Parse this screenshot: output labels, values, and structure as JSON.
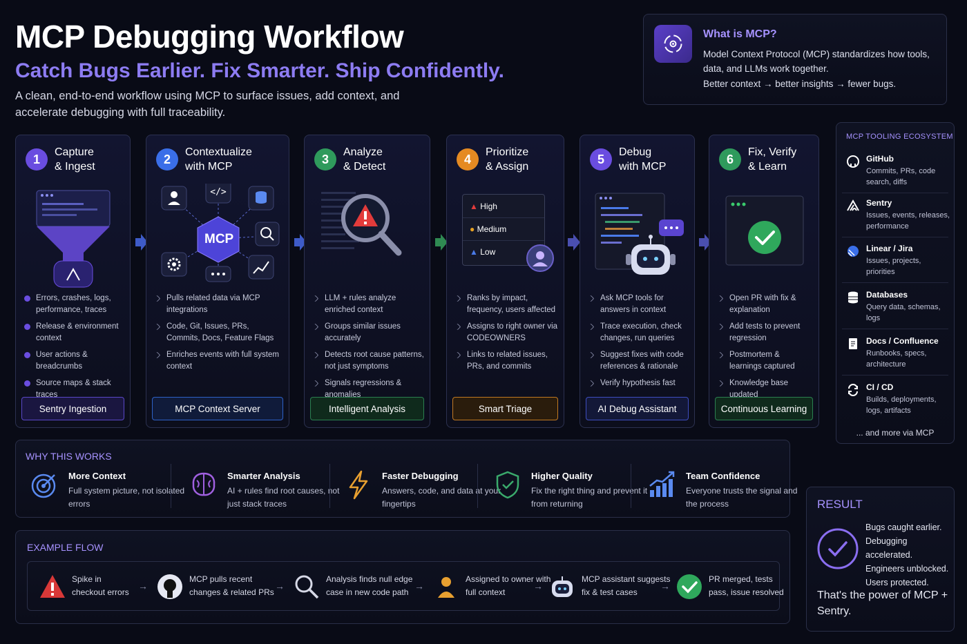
{
  "header": {
    "title": "MCP Debugging Workflow",
    "subtitle": "Catch Bugs Earlier. Fix Smarter. Ship Confidently.",
    "intro": "A clean, end-to-end workflow using MCP to surface issues, add context, and accelerate debugging with full traceability."
  },
  "what_is_mcp": {
    "heading": "What is MCP?",
    "text": "Model Context Protocol (MCP) standardizes how tools, data, and LLMs work together.",
    "tagline": "Better context → better insights → fewer bugs."
  },
  "steps": [
    {
      "num": "1",
      "title1": "Capture",
      "title2": "& Ingest",
      "color": "#6a4de0",
      "bullets": [
        "Errors, crashes, logs, performance, traces",
        "Release & environment context",
        "User actions & breadcrumbs",
        "Source maps & stack traces"
      ],
      "label": "Sentry Ingestion"
    },
    {
      "num": "2",
      "title1": "Contextualize",
      "title2": "with MCP",
      "color": "#3a6ee8",
      "bullets": [
        "Pulls related data via MCP integrations",
        "Code, Git, Issues, PRs, Commits, Docs, Feature Flags",
        "Enriches events with full system context"
      ],
      "label": "MCP Context Server",
      "hub": "MCP"
    },
    {
      "num": "3",
      "title1": "Analyze",
      "title2": "& Detect",
      "color": "#2f9a5c",
      "bullets": [
        "LLM + rules analyze enriched context",
        "Groups similar issues accurately",
        "Detects root cause patterns, not just symptoms",
        "Signals regressions & anomalies"
      ],
      "label": "Intelligent Analysis"
    },
    {
      "num": "4",
      "title1": "Prioritize",
      "title2": "& Assign",
      "color": "#e58a22",
      "bullets": [
        "Ranks by impact, frequency, users affected",
        "Assigns to right owner via CODEOWNERS",
        "Links to related issues, PRs, and commits"
      ],
      "label": "Smart Triage",
      "priorities": [
        "High",
        "Medium",
        "Low"
      ]
    },
    {
      "num": "5",
      "title1": "Debug",
      "title2": "with MCP",
      "color": "#6a4de0",
      "bullets": [
        "Ask MCP tools for answers in context",
        "Trace execution, check changes, run queries",
        "Suggest fixes with code references & rationale",
        "Verify hypothesis fast"
      ],
      "label": "AI Debug Assistant"
    },
    {
      "num": "6",
      "title1": "Fix, Verify",
      "title2": "& Learn",
      "color": "#2f9a5c",
      "bullets": [
        "Open PR with fix & explanation",
        "Add tests to prevent regression",
        "Postmortem & learnings captured",
        "Knowledge base updated"
      ],
      "label": "Continuous Learning"
    }
  ],
  "ecosystem": {
    "heading": "MCP TOOLING ECOSYSTEM",
    "items": [
      {
        "name": "GitHub",
        "desc": "Commits, PRs, code search, diffs",
        "icon": "github-icon"
      },
      {
        "name": "Sentry",
        "desc": "Issues, events, releases, performance",
        "icon": "sentry-icon"
      },
      {
        "name": "Linear / Jira",
        "desc": "Issues, projects, priorities",
        "icon": "linear-icon"
      },
      {
        "name": "Databases",
        "desc": "Query data, schemas, logs",
        "icon": "database-icon"
      },
      {
        "name": "Docs / Confluence",
        "desc": "Runbooks, specs, architecture",
        "icon": "docs-icon"
      },
      {
        "name": "CI / CD",
        "desc": "Builds, deployments, logs, artifacts",
        "icon": "cicd-icon"
      }
    ],
    "more": "... and more via MCP"
  },
  "why": {
    "heading": "WHY THIS WORKS",
    "items": [
      {
        "title": "More Context",
        "desc": "Full system picture, not isolated errors",
        "icon": "target-icon"
      },
      {
        "title": "Smarter Analysis",
        "desc": "AI + rules find root causes, not just stack traces",
        "icon": "brain-icon"
      },
      {
        "title": "Faster Debugging",
        "desc": "Answers, code, and data at your fingertips",
        "icon": "lightning-icon"
      },
      {
        "title": "Higher Quality",
        "desc": "Fix the right thing and prevent it from returning",
        "icon": "shield-check-icon"
      },
      {
        "title": "Team Confidence",
        "desc": "Everyone trusts the signal and the process",
        "icon": "growth-chart-icon"
      }
    ]
  },
  "example": {
    "heading": "EXAMPLE FLOW",
    "items": [
      {
        "text": "Spike in checkout errors",
        "icon": "warning-icon"
      },
      {
        "text": "MCP pulls recent changes & related PRs",
        "icon": "github-icon"
      },
      {
        "text": "Analysis finds null edge case in new code path",
        "icon": "search-icon"
      },
      {
        "text": "Assigned to owner with full context",
        "icon": "person-icon"
      },
      {
        "text": "MCP assistant suggests fix & test cases",
        "icon": "robot-icon"
      },
      {
        "text": "PR merged, tests pass, issue resolved",
        "icon": "check-icon"
      }
    ]
  },
  "result": {
    "heading": "RESULT",
    "lines": [
      "Bugs caught earlier.",
      "Debugging accelerated.",
      "Engineers unblocked.",
      "Users protected."
    ],
    "power": "That's the power of MCP + Sentry."
  }
}
